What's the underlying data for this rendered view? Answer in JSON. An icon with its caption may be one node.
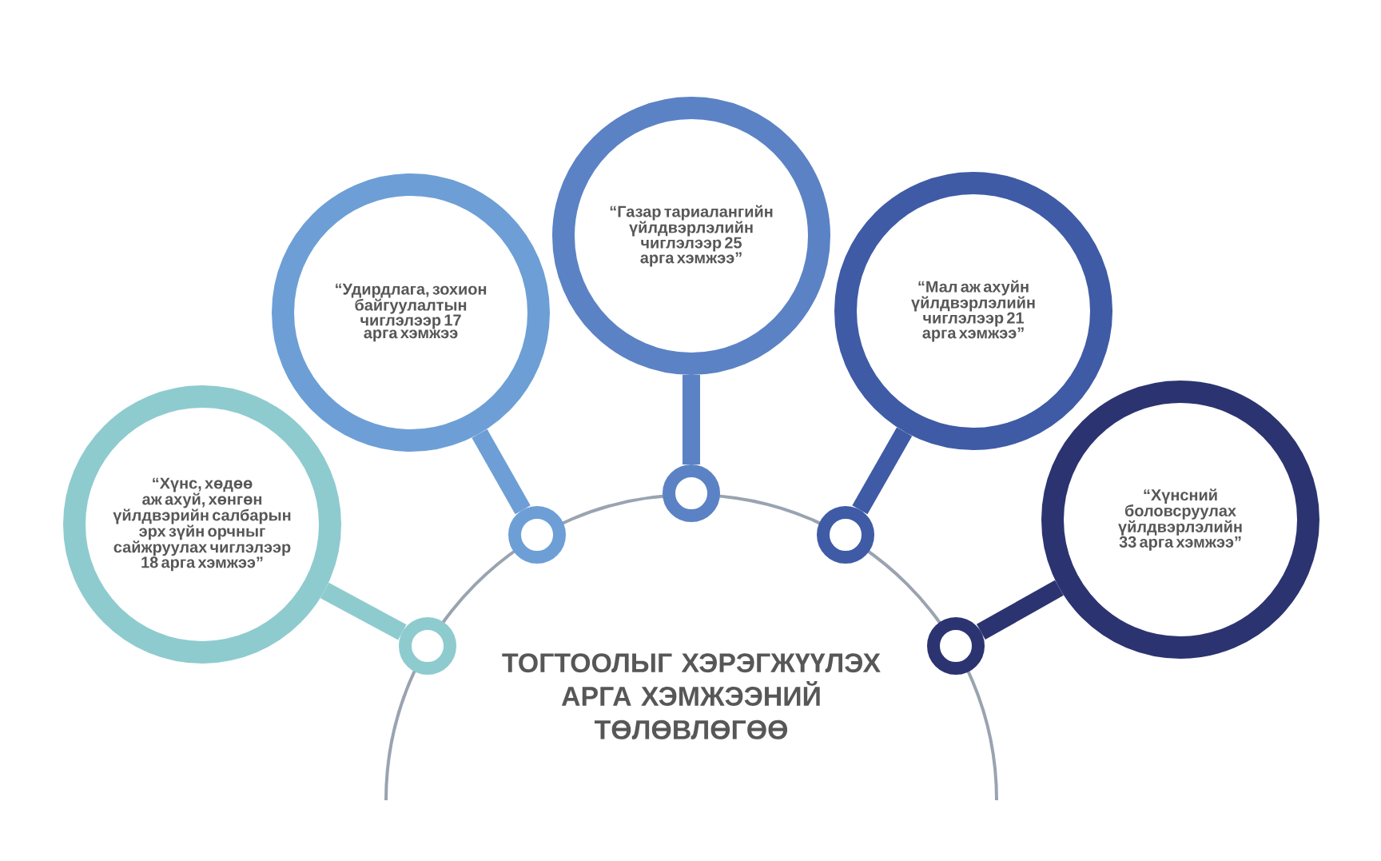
{
  "diagram": {
    "title": "ТОГТООЛЫГ ХЭРЭГЖҮҮЛЭХ АРГА ХЭМЖЭЭНИЙ ТӨЛӨВЛӨГӨӨ",
    "nodes": [
      {
        "text": [
          "“Хүнс, хөдөө аж ахуй, хөнгөн үйлдвэрийн салбарын эрх зүйн орчныг сайжруулах чиглэлээр 18 арга хэмжээ”"
        ]
      },
      {
        "text": [
          "“Удирдлага, зохион байгуулалтын чиглэлээр 17 арга хэмжээ"
        ]
      },
      {
        "text": [
          "“Газар тариалангийн үйлдвэрлэлийн чиглэлээр 25 арга хэмжээ”"
        ]
      },
      {
        "text": [
          "“Мал аж ахуйн үйлдвэрлэлийн чиглэлээр 21 арга хэмжээ”"
        ]
      },
      {
        "text": [
          "“Хүнсний боловсруулах үйлдвэрлэлийн 33 арга хэмжээ”"
        ]
      },
      {
        "text": [],
        "shape": "circle"
      },
      {
        "text": [],
        "shape": "circle"
      },
      {
        "text": [],
        "shape": "circle"
      },
      {
        "text": [],
        "shape": "circle"
      },
      {
        "text": [],
        "shape": "circle"
      }
    ],
    "edges": [
      {
        "from": 0,
        "to": 5,
        "arrow": "none",
        "color": "#8ecbcf"
      },
      {
        "from": 1,
        "to": 6,
        "arrow": "none",
        "color": "#6d9fd6"
      },
      {
        "from": 2,
        "to": 7,
        "arrow": "none",
        "color": "#5b82c4"
      },
      {
        "from": 3,
        "to": 8,
        "arrow": "none",
        "color": "#3f5ba6"
      },
      {
        "from": 4,
        "to": 9,
        "arrow": "none",
        "color": "#2b3470"
      }
    ]
  }
}
